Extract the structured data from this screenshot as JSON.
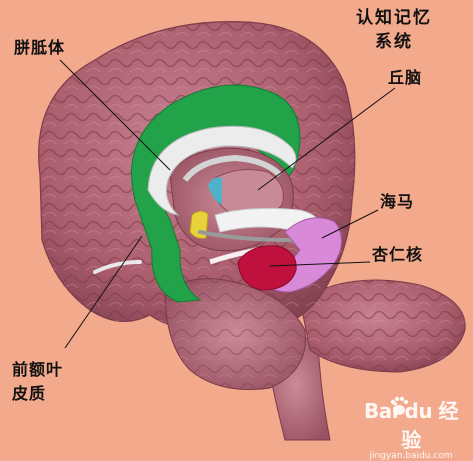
{
  "title": [
    "认知记忆",
    "系统"
  ],
  "labels": {
    "corpus_callosum": "胼胝体",
    "thalamus": "丘脑",
    "hippocampus": "海马",
    "amygdala": "杏仁核",
    "prefrontal_cortex": [
      "前额叶",
      "皮质"
    ]
  },
  "watermark": {
    "logo": "Bai du 经验",
    "url": "jingyan.baidu.com"
  },
  "colors": {
    "background": "#f3a98c",
    "brain": "#b86a78",
    "cingulate_gyrus": "#22a34a",
    "corpus_callosum": "#ececec",
    "amygdala": "#c0103e",
    "hippocampus": "#d88ad8",
    "connector_yellow": "#e8d23a"
  }
}
